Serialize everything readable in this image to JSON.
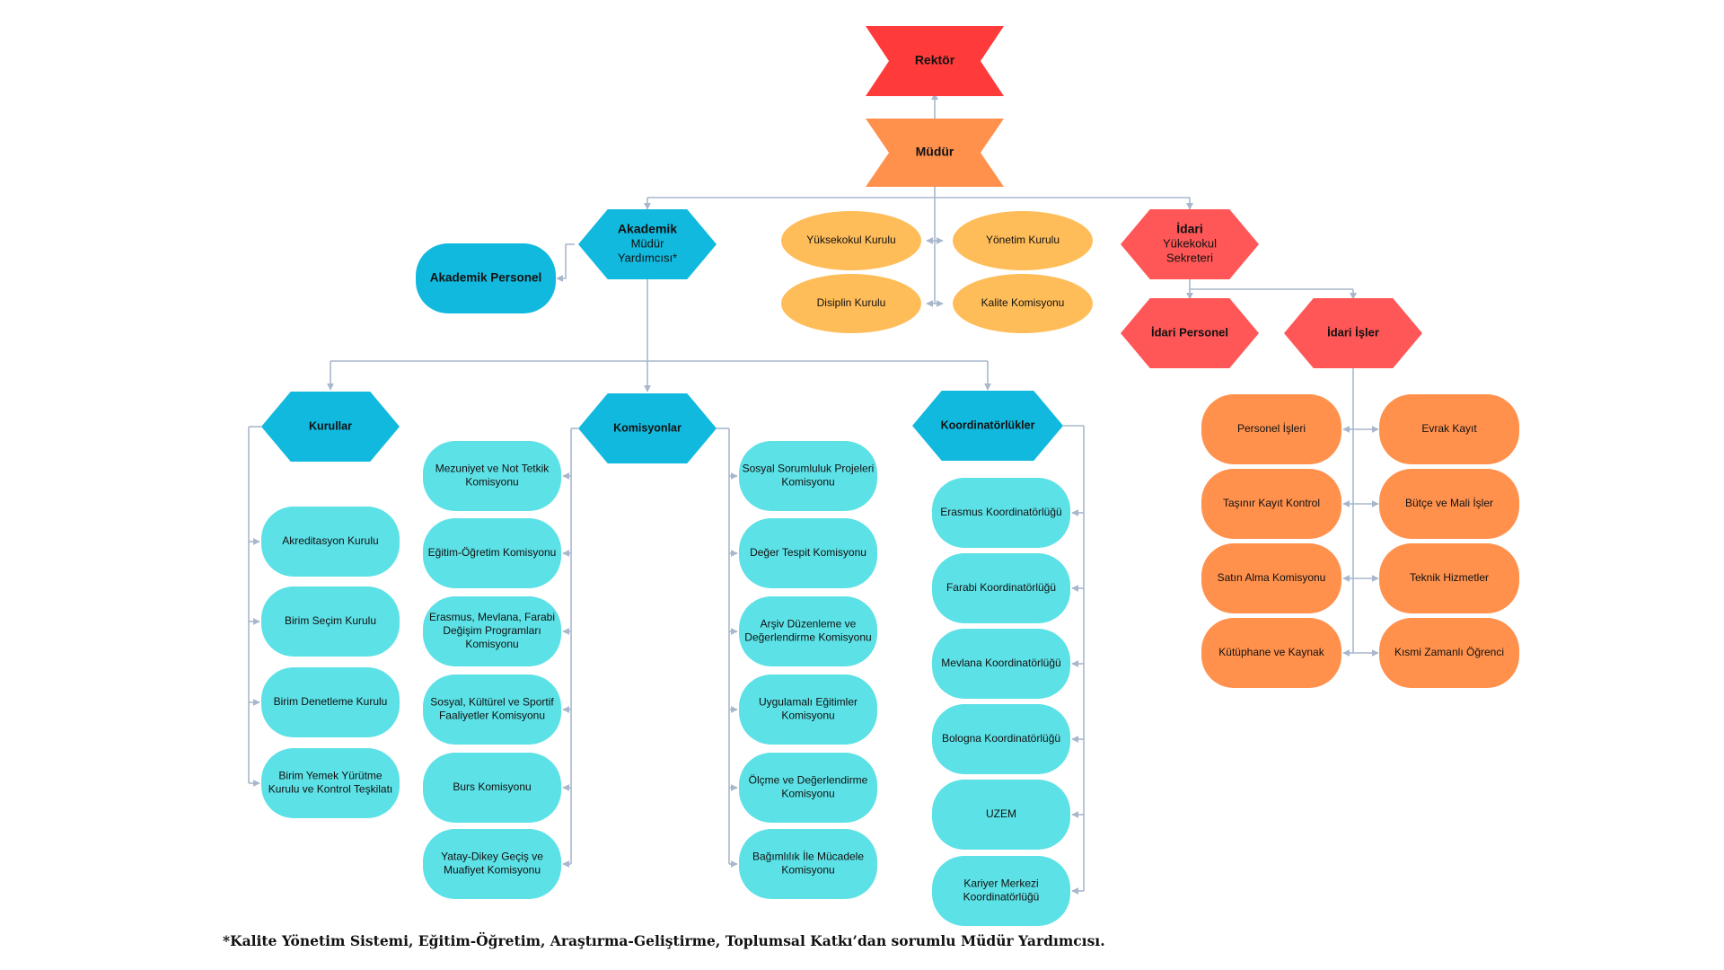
{
  "colors": {
    "red": "#ff3a3a",
    "orange": "#ff914d",
    "yellow": "#ffbd59",
    "blue": "#11b9de",
    "cyan": "#5ce1e6",
    "salmon": "#ff5757",
    "line": "#a9b7cc"
  },
  "nodes": {
    "rektor": "Rektör",
    "mudur": "Müdür",
    "akademik_yard": [
      "Akademik",
      "Müdür",
      "Yardımcısı*"
    ],
    "akademik_personel": "Akademik Personel",
    "yuksekokul_kurulu": "Yüksekokul Kurulu",
    "yonetim_kurulu": "Yönetim Kurulu",
    "disiplin_kurulu": "Disiplin Kurulu",
    "kalite_komisyonu": "Kalite Komisyonu",
    "idari_sekreter": [
      "İdari",
      "Yükekokul",
      "Sekreteri"
    ],
    "idari_personel": "İdari Personel",
    "idari_isler": "İdari İşler",
    "kurullar": "Kurullar",
    "komisyonlar": "Komisyonlar",
    "koordinatorlukler": "Koordinatörlükler",
    "kurullar_items": [
      [
        "Akreditasyon Kurulu"
      ],
      [
        "Birim Seçim Kurulu"
      ],
      [
        "Birim Denetleme Kurulu"
      ],
      [
        "Birim Yemek Yürütme",
        "Kurulu ve Kontrol Teşkilatı"
      ]
    ],
    "komisyon_left_items": [
      [
        "Mezuniyet ve Not Tetkik",
        "Komisyonu"
      ],
      [
        "Eğitim-Öğretim Komisyonu"
      ],
      [
        "Erasmus, Mevlana, Farabi",
        "Değişim Programları",
        "Komisyonu"
      ],
      [
        "Sosyal, Kültürel ve Sportif",
        "Faaliyetler Komisyonu"
      ],
      [
        "Burs Komisyonu"
      ],
      [
        "Yatay-Dikey Geçiş ve",
        "Muafiyet Komisyonu"
      ]
    ],
    "komisyon_right_items": [
      [
        "Sosyal Sorumluluk Projeleri",
        "Komisyonu"
      ],
      [
        "Değer Tespit Komisyonu"
      ],
      [
        "Arşiv Düzenleme ve",
        "Değerlendirme Komisyonu"
      ],
      [
        "Uygulamalı Eğitimler",
        "Komisyonu"
      ],
      [
        "Ölçme ve Değerlendirme",
        "Komisyonu"
      ],
      [
        "Bağımlılık İle Mücadele",
        "Komisyonu"
      ]
    ],
    "koord_items": [
      [
        "Erasmus Koordinatörlüğü"
      ],
      [
        "Farabi Koordinatörlüğü"
      ],
      [
        "Mevlana Koordinatörlüğü"
      ],
      [
        "Bologna Koordinatörlüğü"
      ],
      [
        "UZEM"
      ],
      [
        "Kariyer Merkezi",
        "Koordinatörlüğü"
      ]
    ],
    "idari_left_items": [
      [
        "Personel İşleri"
      ],
      [
        "Taşınır Kayıt Kontrol"
      ],
      [
        "Satın Alma Komisyonu"
      ],
      [
        "Kütüphane ve Kaynak"
      ]
    ],
    "idari_right_items": [
      [
        "Evrak Kayıt"
      ],
      [
        "Bütçe ve Mali İşler"
      ],
      [
        "Teknik Hizmetler"
      ],
      [
        "Kısmi Zamanlı Öğrenci"
      ]
    ]
  },
  "footnote": "*Kalite Yönetim Sistemi, Eğitim-Öğretim, Araştırma-Geliştirme, Toplumsal Katkı’dan sorumlu Müdür Yardımcısı."
}
